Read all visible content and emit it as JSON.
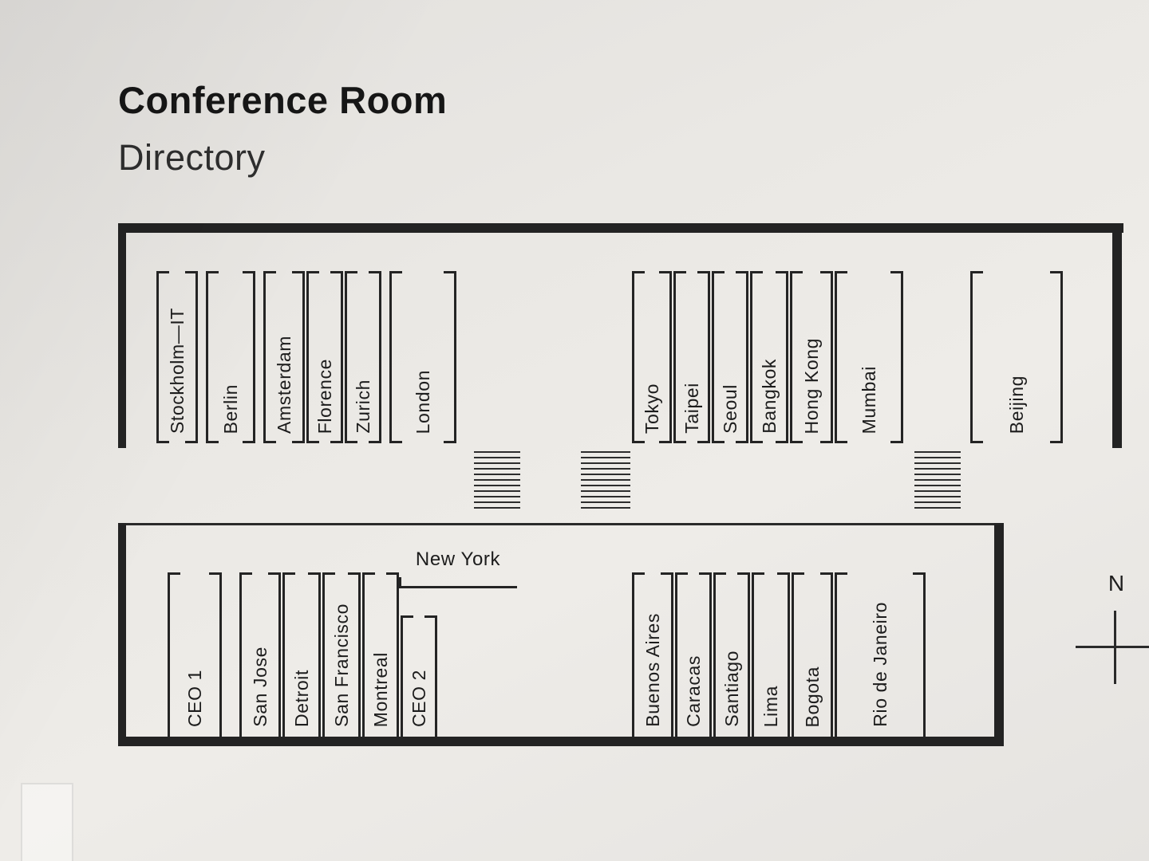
{
  "sign": {
    "title_line1": "Conference Room",
    "title_line2": "Directory"
  },
  "floorplan": {
    "north_wing": {
      "rooms_west": [
        "Stockholm—IT",
        "Berlin",
        "Amsterdam",
        "Florence",
        "Zurich",
        "London"
      ],
      "rooms_east": [
        "Tokyo",
        "Taipei",
        "Seoul",
        "Bangkok",
        "Hong Kong",
        "Mumbai"
      ],
      "rooms_far_east": [
        "Beijing"
      ]
    },
    "south_wing": {
      "rooms_west": [
        "CEO 1",
        "San Jose",
        "Detroit",
        "San Francisco",
        "Montreal",
        "CEO 2"
      ],
      "center_room": "New York",
      "rooms_east": [
        "Buenos Aires",
        "Caracas",
        "Santiago",
        "Lima",
        "Bogota",
        "Rio de Janeiro"
      ]
    },
    "compass": {
      "label": "N"
    }
  },
  "colors": {
    "line": "#242424",
    "background": "#eae8e4",
    "text": "#1b1b1b"
  }
}
